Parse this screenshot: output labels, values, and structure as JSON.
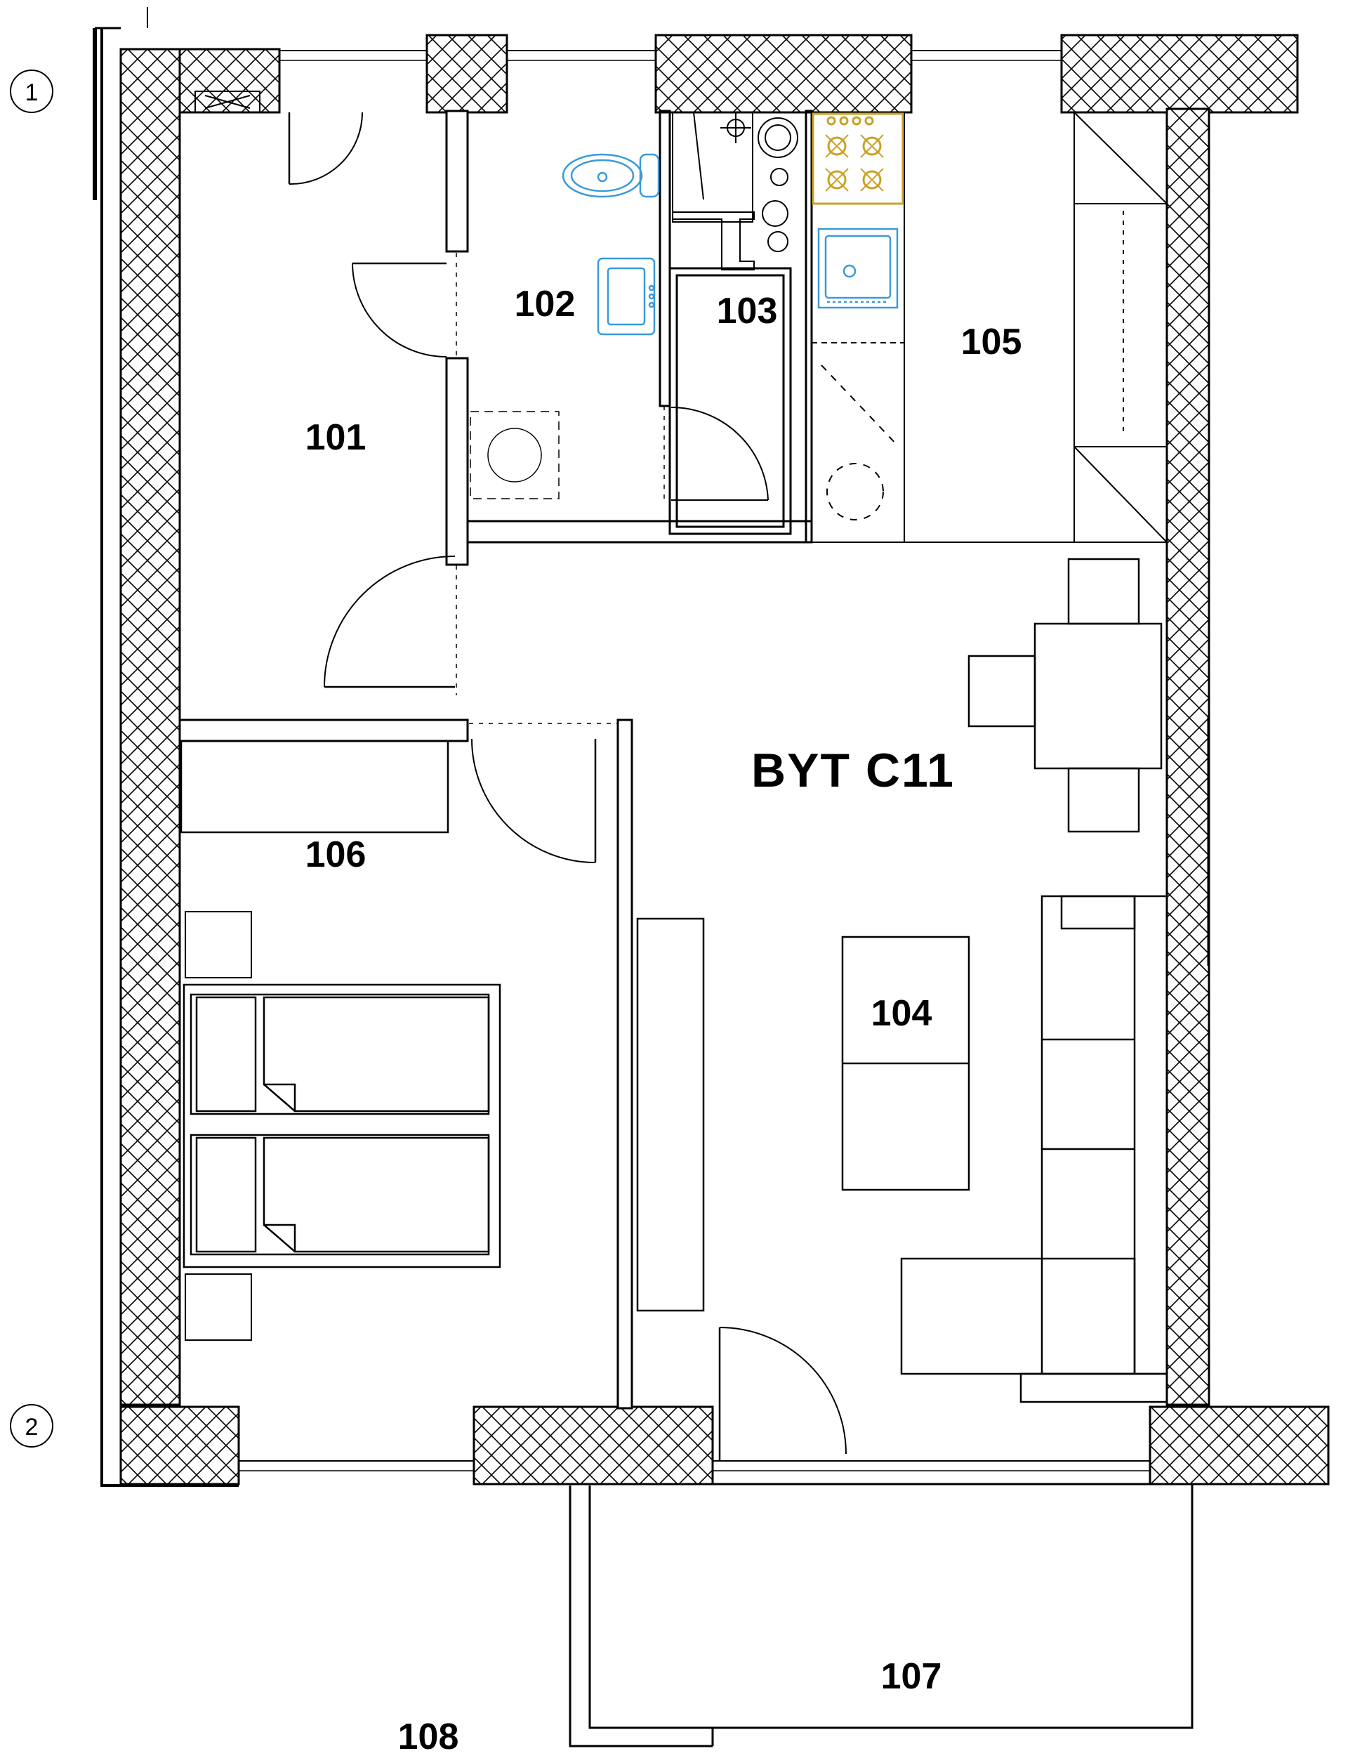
{
  "plan": {
    "apartment_label": "BYT C11",
    "rooms": [
      {
        "id": "101",
        "label": "101"
      },
      {
        "id": "102",
        "label": "102"
      },
      {
        "id": "103",
        "label": "103"
      },
      {
        "id": "104",
        "label": "104"
      },
      {
        "id": "105",
        "label": "105"
      },
      {
        "id": "106",
        "label": "106"
      },
      {
        "id": "107",
        "label": "107"
      },
      {
        "id": "108",
        "label": "108"
      }
    ],
    "grid_markers": [
      "1",
      "2"
    ]
  },
  "colors": {
    "line": "#000000",
    "hatch": "#000000",
    "sanitary": "#3a9ad9",
    "stove": "#c9a227"
  }
}
